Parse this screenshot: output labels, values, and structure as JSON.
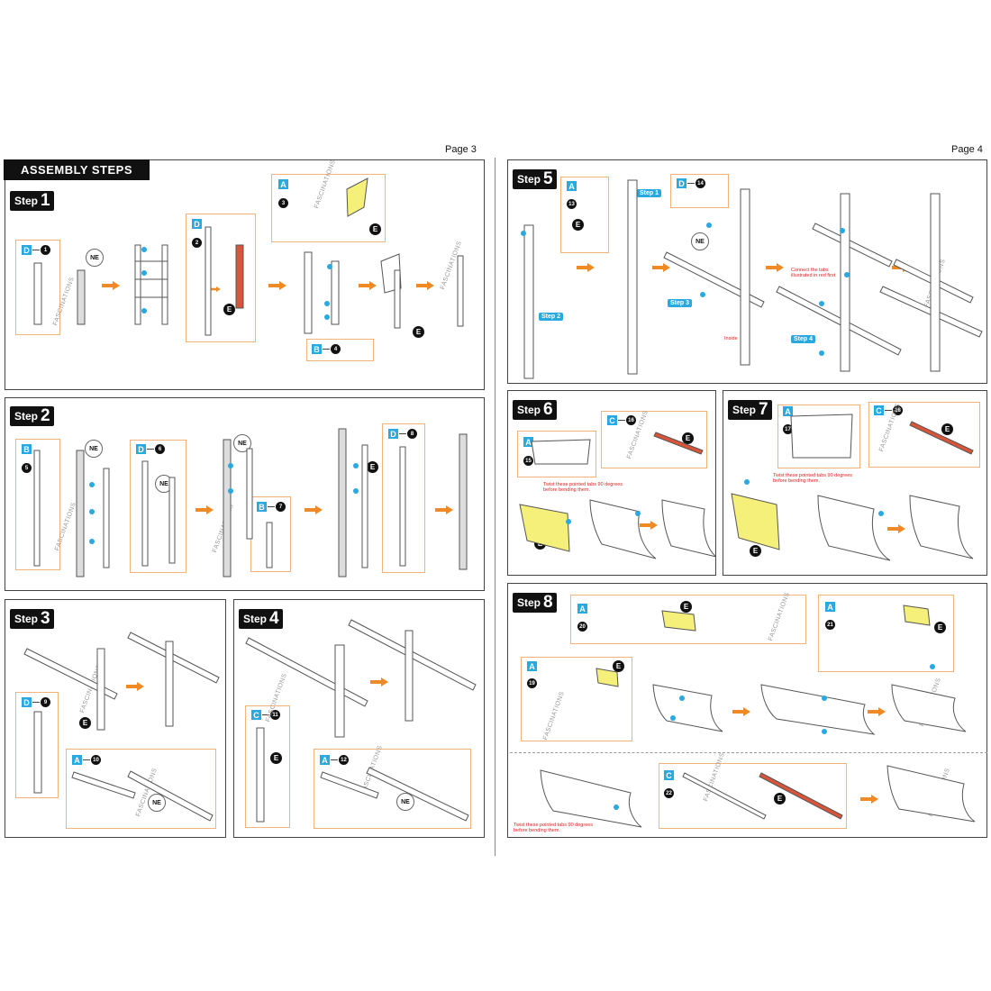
{
  "pages": {
    "left": "Page 3",
    "right": "Page 4"
  },
  "banner": "ASSEMBLY STEPS",
  "step_word": "Step",
  "steps": [
    {
      "id": "1",
      "parts": [
        [
          "D",
          "1"
        ],
        [
          "D",
          "2"
        ],
        [
          "A",
          "3"
        ],
        [
          "B",
          "4"
        ]
      ]
    },
    {
      "id": "2",
      "parts": [
        [
          "B",
          "5"
        ],
        [
          "D",
          "6"
        ],
        [
          "B",
          "7"
        ],
        [
          "D",
          "8"
        ]
      ]
    },
    {
      "id": "3",
      "parts": [
        [
          "D",
          "9"
        ],
        [
          "A",
          "10"
        ]
      ]
    },
    {
      "id": "4",
      "parts": [
        [
          "C",
          "11"
        ],
        [
          "A",
          "12"
        ]
      ]
    },
    {
      "id": "5",
      "parts": [
        [
          "A",
          "13"
        ],
        [
          "D",
          "14"
        ]
      ]
    },
    {
      "id": "6",
      "parts": [
        [
          "A",
          "15"
        ],
        [
          "C",
          "16"
        ]
      ]
    },
    {
      "id": "7",
      "parts": [
        [
          "A",
          "17"
        ],
        [
          "C",
          "18"
        ]
      ]
    },
    {
      "id": "8",
      "parts": [
        [
          "A",
          "19"
        ],
        [
          "A",
          "20"
        ],
        [
          "A",
          "21"
        ],
        [
          "C",
          "22"
        ]
      ]
    }
  ],
  "labels": {
    "ne": "NE",
    "e": "E"
  },
  "watermark": "FASCINATIONS",
  "step5_tags": {
    "s1": "Step 1",
    "s2": "Step 2",
    "s3": "Step 3",
    "s4": "Step 4",
    "inside": "Inside"
  },
  "notes": {
    "connect": "Connect the tabs\nillustrated in red first",
    "twist6": "Twist these pointed tabs 90 degrees\nbefore bending them.",
    "twist7": "Twist these pointed tabs 90 degrees\nbefore bending them.",
    "twist8": "Twist these pointed tabs 90 degrees\nbefore bending them."
  },
  "colors": {
    "accent_blue": "#29a9e0",
    "arrow_orange": "#f08a24",
    "highlight_yellow": "#f5f07a",
    "sub_border": "#f3b27a"
  }
}
